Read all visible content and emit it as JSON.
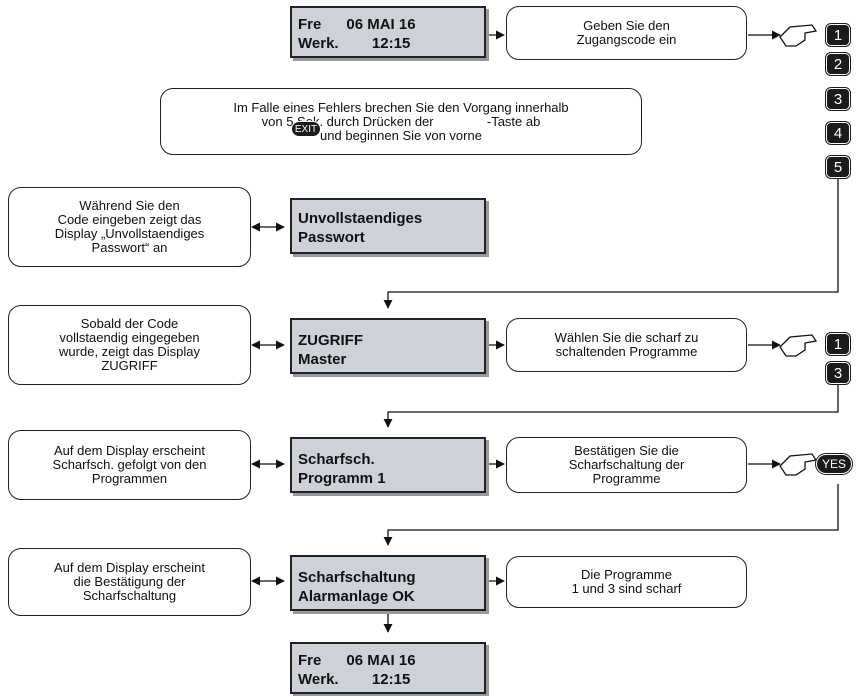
{
  "displays": {
    "start": {
      "line1": "Fre      06 MAI 16",
      "line2": "Werk.        12:15"
    },
    "incomplete": {
      "line1": "Unvollstaendiges",
      "line2": "Passwort"
    },
    "access": {
      "line1": "ZUGRIFF",
      "line2": "Master"
    },
    "arm": {
      "line1": "Scharfsch.",
      "line2": "Programm 1"
    },
    "armed": {
      "line1": "Scharfschaltung",
      "line2": "Alarmanlage OK"
    },
    "end": {
      "line1": "Fre      06 MAI 16",
      "line2": "Werk.        12:15"
    }
  },
  "notes": {
    "enter_code": [
      "Geben Sie den",
      "Zugangscode ein"
    ],
    "error_1": "Im Falle eines Fehlers brechen Sie den Vorgang innerhalb",
    "error_2a": "von 5 Sek. durch Drücken der",
    "error_2b": "-Taste ab",
    "error_3": "und beginnen Sie von vorne",
    "while_typing": [
      "Während Sie den",
      "Code eingeben zeigt das",
      "Display „Unvollstaendiges",
      "Passwort“ an"
    ],
    "once_complete": [
      "Sobald der Code",
      "vollstaendig eingegeben",
      "wurde, zeigt das Display",
      "ZUGRIFF"
    ],
    "select_programs": [
      "Wählen Sie die scharf zu",
      "schaltenden Programme"
    ],
    "display_shows_arm": [
      "Auf dem Display erscheint",
      "Scharfsch. gefolgt von den",
      "Programmen"
    ],
    "confirm_arm": [
      "Bestätigen Sie die",
      "Scharfschaltung der",
      "Programme"
    ],
    "display_shows_confirm": [
      "Auf dem Display erscheint",
      "die Bestätigung der",
      "Scharfschaltung"
    ],
    "programs_armed": [
      "Die Programme",
      "1 und 3 sind scharf"
    ]
  },
  "keys": {
    "code": [
      "1",
      "2",
      "3",
      "4",
      "5"
    ],
    "programs": [
      "1",
      "3"
    ],
    "yes": "YES",
    "exit": "EXIT"
  }
}
